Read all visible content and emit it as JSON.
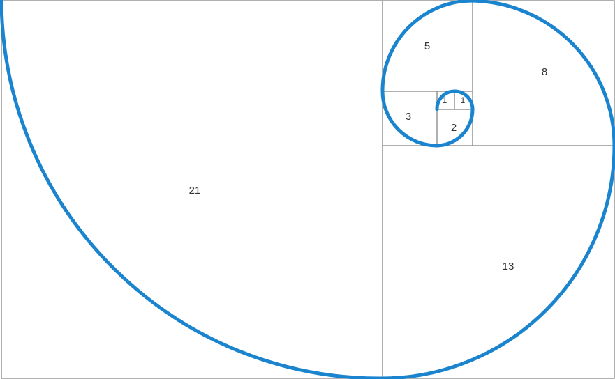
{
  "diagram": {
    "labels": [
      "1",
      "1",
      "2",
      "3",
      "5",
      "8",
      "13",
      "21"
    ],
    "colors": {
      "spiral": "#1a84cf",
      "square_line": "#8a8a8a",
      "label": "#333333"
    }
  }
}
